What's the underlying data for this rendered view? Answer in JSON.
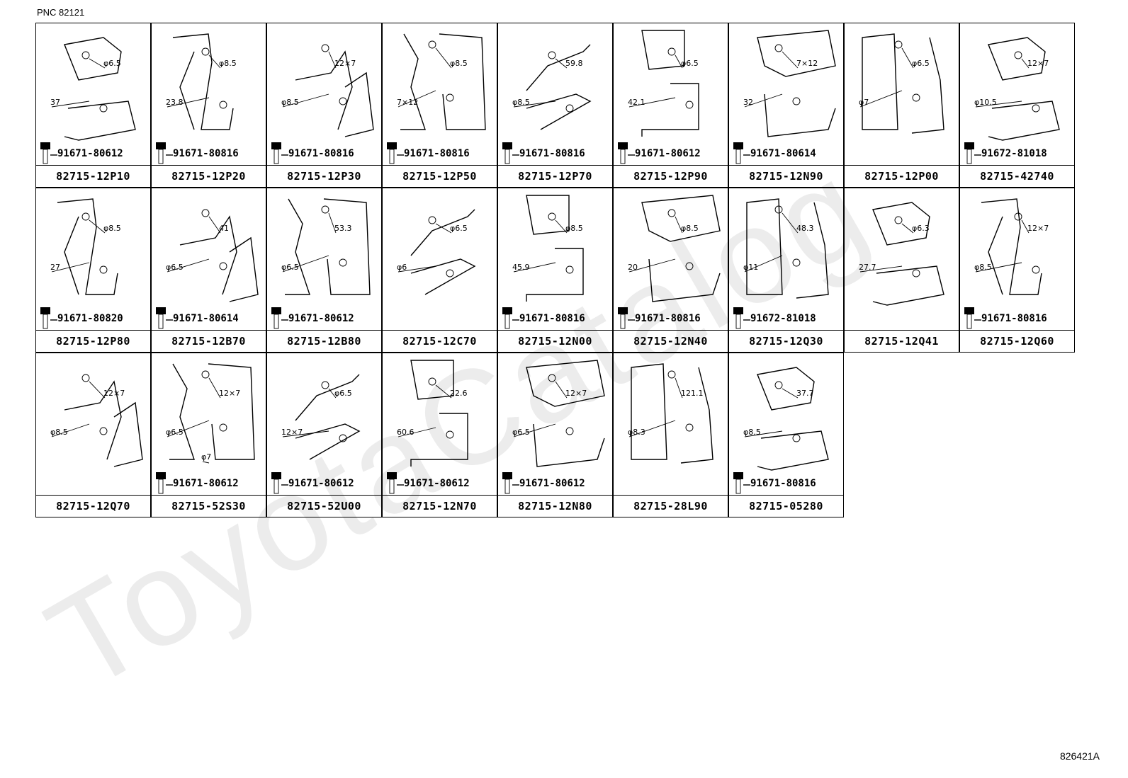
{
  "header": {
    "pnc": "PNC 82121"
  },
  "footer": {
    "doc_id": "826421A"
  },
  "watermark": {
    "text": "ToyotaCatalog"
  },
  "cells": [
    {
      "part": "82715-12P10",
      "bolt": "91671-80612",
      "dims": [
        "φ6.5",
        "37"
      ]
    },
    {
      "part": "82715-12P20",
      "bolt": "91671-80816",
      "dims": [
        "φ8.5",
        "23.8"
      ]
    },
    {
      "part": "82715-12P30",
      "bolt": "91671-80816",
      "dims": [
        "12×7",
        "φ8.5"
      ]
    },
    {
      "part": "82715-12P50",
      "bolt": "91671-80816",
      "dims": [
        "φ8.5",
        "7×12"
      ]
    },
    {
      "part": "82715-12P70",
      "bolt": "91671-80816",
      "dims": [
        "59.8",
        "φ8.5"
      ]
    },
    {
      "part": "82715-12P90",
      "bolt": "91671-80612",
      "dims": [
        "φ6.5",
        "42.1"
      ]
    },
    {
      "part": "82715-12N90",
      "bolt": "91671-80614",
      "dims": [
        "7×12",
        "32"
      ]
    },
    {
      "part": "82715-12P00",
      "bolt": "",
      "dims": [
        "φ6.5",
        "φ7"
      ]
    },
    {
      "part": "82715-42740",
      "bolt": "91672-81018",
      "dims": [
        "12×7",
        "φ10.5"
      ]
    },
    {
      "part": "82715-12P80",
      "bolt": "91671-80820",
      "dims": [
        "φ8.5",
        "27"
      ]
    },
    {
      "part": "82715-12B70",
      "bolt": "91671-80614",
      "dims": [
        "41",
        "φ6.5"
      ]
    },
    {
      "part": "82715-12B80",
      "bolt": "91671-80612",
      "dims": [
        "53.3",
        "φ6.5"
      ]
    },
    {
      "part": "82715-12C70",
      "bolt": "",
      "dims": [
        "φ6.5",
        "φ6"
      ]
    },
    {
      "part": "82715-12N00",
      "bolt": "91671-80816",
      "dims": [
        "φ8.5",
        "45.9"
      ]
    },
    {
      "part": "82715-12N40",
      "bolt": "91671-80816",
      "dims": [
        "φ8.5",
        "20"
      ]
    },
    {
      "part": "82715-12Q30",
      "bolt": "91672-81018",
      "dims": [
        "48.3",
        "φ11"
      ]
    },
    {
      "part": "82715-12Q41",
      "bolt": "",
      "dims": [
        "φ6.3",
        "27.7"
      ]
    },
    {
      "part": "82715-12Q60",
      "bolt": "91671-80816",
      "dims": [
        "12×7",
        "φ8.5"
      ]
    },
    {
      "part": "82715-12Q70",
      "bolt": "",
      "dims": [
        "12×7",
        "φ8.5"
      ]
    },
    {
      "part": "82715-52S30",
      "bolt": "91671-80612",
      "dims": [
        "12×7",
        "φ6.5",
        "φ7"
      ]
    },
    {
      "part": "82715-52U00",
      "bolt": "91671-80612",
      "dims": [
        "φ6.5",
        "12×7"
      ]
    },
    {
      "part": "82715-12N70",
      "bolt": "91671-80612",
      "dims": [
        "22.6",
        "60.6"
      ]
    },
    {
      "part": "82715-12N80",
      "bolt": "91671-80612",
      "dims": [
        "12×7",
        "φ6.5"
      ]
    },
    {
      "part": "82715-28L90",
      "bolt": "",
      "dims": [
        "121.1",
        "φ8.3"
      ]
    },
    {
      "part": "82715-05280",
      "bolt": "91671-80816",
      "dims": [
        "37.7",
        "φ8.5"
      ]
    }
  ]
}
